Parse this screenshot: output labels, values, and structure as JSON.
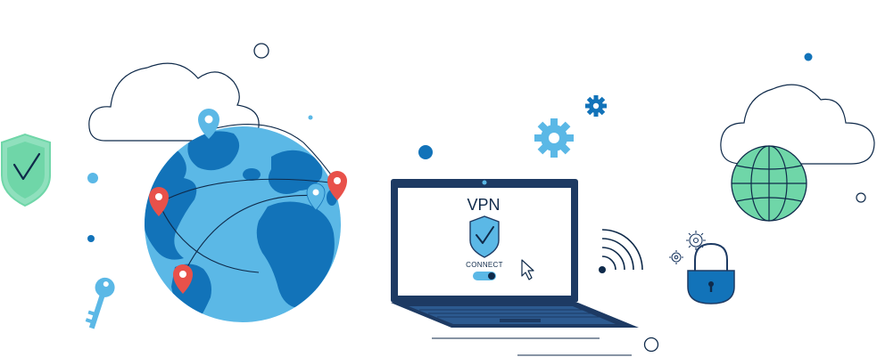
{
  "laptop_screen": {
    "title": "VPN",
    "connect_label": "CONNECT",
    "toggle_state": "on"
  },
  "colors": {
    "navy": "#1d3a63",
    "blue_light": "#5bb8e6",
    "blue_dark": "#1273b9",
    "green": "#6fd6a8",
    "red_pin": "#e8514a",
    "outline": "#0f2a4a"
  },
  "icons": [
    "shield-check-icon",
    "globe-icon",
    "cloud-icon",
    "location-pin-icon",
    "key-icon",
    "gear-icon",
    "wifi-signal-icon",
    "padlock-icon",
    "cursor-arrow-icon",
    "laptop-icon"
  ]
}
